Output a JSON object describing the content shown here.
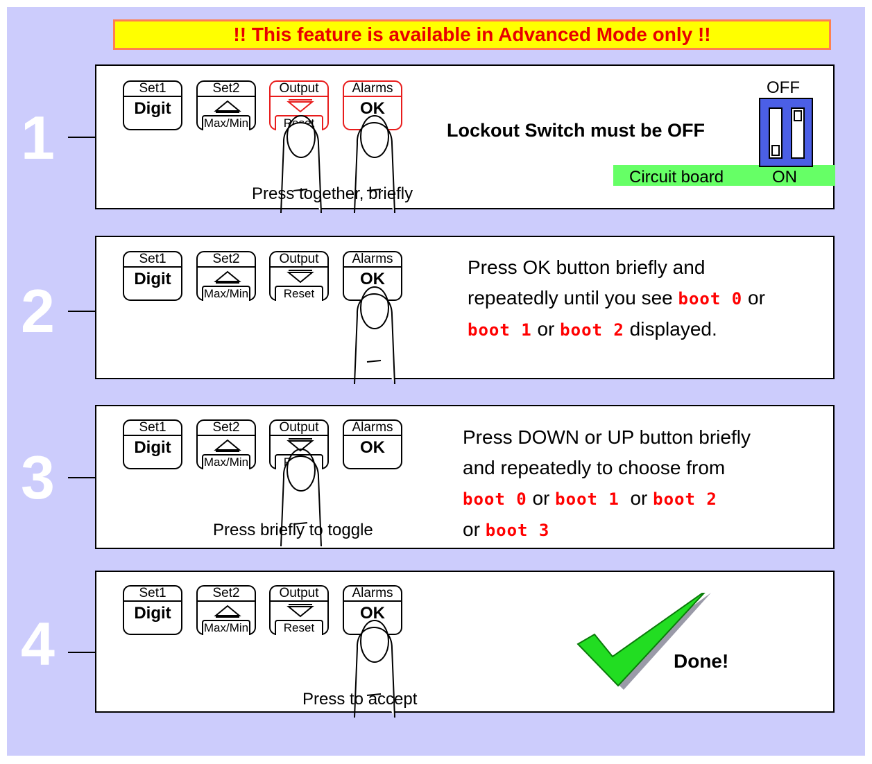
{
  "banner": "!!  This feature is available in Advanced Mode only  !!",
  "colors": {
    "background": "#ccccfc",
    "banner_fill": "#ffff00",
    "banner_text": "#e80000",
    "highlight": "#e81c1c",
    "display_red": "#ff0000",
    "board_green": "#66ff66",
    "switch_blue": "#4b5fe6",
    "check_green": "#22dd22"
  },
  "keys": {
    "set1": {
      "top": "Set1",
      "main": "Digit"
    },
    "set2": {
      "top": "Set2",
      "icon": "up-triangle-icon",
      "bottom": "Max/Min"
    },
    "output": {
      "top": "Output",
      "icon": "down-triangle-icon",
      "bottom": "Reset"
    },
    "alarms": {
      "top": "Alarms",
      "main": "OK"
    }
  },
  "steps": [
    {
      "number": "1",
      "caption": "Press together, briefly",
      "lockout_text": "Lockout Switch must be OFF",
      "switch": {
        "off": "OFF",
        "on": "ON",
        "board": "Circuit board"
      }
    },
    {
      "number": "2",
      "text_a": "Press OK button briefly and",
      "text_b": "repeatedly until you see",
      "boot0": "boot 0",
      "or": "or",
      "boot1": "boot 1",
      "boot2": "boot 2",
      "text_c": "displayed."
    },
    {
      "number": "3",
      "caption": "Press briefly to toggle",
      "text_a": "Press DOWN or UP  button briefly",
      "text_b": "and repeatedly to choose from",
      "boot0": "boot 0",
      "or": "or",
      "boot1": "boot 1",
      "boot2": "boot 2",
      "boot3": "boot 3"
    },
    {
      "number": "4",
      "caption": "Press to accept",
      "done": "Done!"
    }
  ]
}
